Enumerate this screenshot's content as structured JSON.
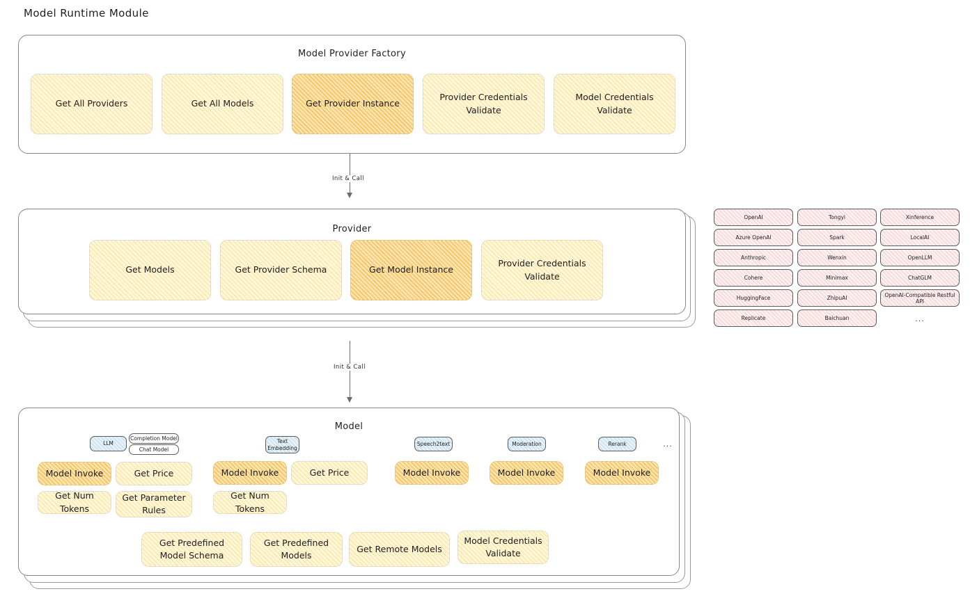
{
  "page": {
    "title": "Model Runtime Module",
    "background_color": "#ffffff",
    "accent_color": "#f5c842",
    "highlight_color": "#f0a814",
    "badge_color": "#e7f1f8",
    "chip_color": "#fdf0f0"
  },
  "factory": {
    "title": "Model Provider Factory",
    "nodes": [
      {
        "label": "Get All Providers",
        "highlighted": false
      },
      {
        "label": "Get All Models",
        "highlighted": false
      },
      {
        "label": "Get Provider Instance",
        "highlighted": true
      },
      {
        "label": "Provider Credentials Validate",
        "highlighted": false
      },
      {
        "label": "Model Credentials Validate",
        "highlighted": false
      }
    ]
  },
  "arrow1": {
    "label": "Init & Call"
  },
  "provider": {
    "title": "Provider",
    "nodes": [
      {
        "label": "Get Models",
        "highlighted": false
      },
      {
        "label": "Get Provider Schema",
        "highlighted": false
      },
      {
        "label": "Get Model Instance",
        "highlighted": true
      },
      {
        "label": "Provider Credentials Validate",
        "highlighted": false
      }
    ]
  },
  "arrow2": {
    "label": "Init & Call"
  },
  "provider_list": {
    "columns": [
      [
        "OpenAI",
        "Azure OpenAI",
        "Anthropic",
        "Cohere",
        "HuggingFace",
        "Replicate"
      ],
      [
        "Tongyi",
        "Spark",
        "Wenxin",
        "Minimax",
        "ZhipuAI",
        "Baichuan"
      ],
      [
        "Xinference",
        "LocalAI",
        "OpenLLM",
        "ChatGLM",
        "OpenAI-Compatible Restful API"
      ]
    ],
    "more": "..."
  },
  "model": {
    "title": "Model",
    "more": "...",
    "groups": [
      {
        "badge": "LLM",
        "sub_badges": [
          "Completion Model",
          "Chat Model"
        ],
        "nodes": [
          {
            "label": "Model Invoke",
            "highlighted": true
          },
          {
            "label": "Get Price",
            "highlighted": false
          },
          {
            "label": "Get Num Tokens",
            "highlighted": false
          },
          {
            "label": "Get Parameter Rules",
            "highlighted": false
          }
        ]
      },
      {
        "badge": "Text Embedding",
        "sub_badges": [],
        "nodes": [
          {
            "label": "Model Invoke",
            "highlighted": true
          },
          {
            "label": "Get Price",
            "highlighted": false
          },
          {
            "label": "Get Num Tokens",
            "highlighted": false
          }
        ]
      },
      {
        "badge": "Speech2text",
        "sub_badges": [],
        "nodes": [
          {
            "label": "Model Invoke",
            "highlighted": true
          }
        ]
      },
      {
        "badge": "Moderation",
        "sub_badges": [],
        "nodes": [
          {
            "label": "Model Invoke",
            "highlighted": true
          }
        ]
      },
      {
        "badge": "Rerank",
        "sub_badges": [],
        "nodes": [
          {
            "label": "Model Invoke",
            "highlighted": true
          }
        ]
      }
    ],
    "common_nodes": [
      {
        "label": "Get Predefined Model Schema"
      },
      {
        "label": "Get Predefined Models"
      },
      {
        "label": "Get Remote Models"
      },
      {
        "label": "Model Credentials Validate"
      }
    ]
  }
}
